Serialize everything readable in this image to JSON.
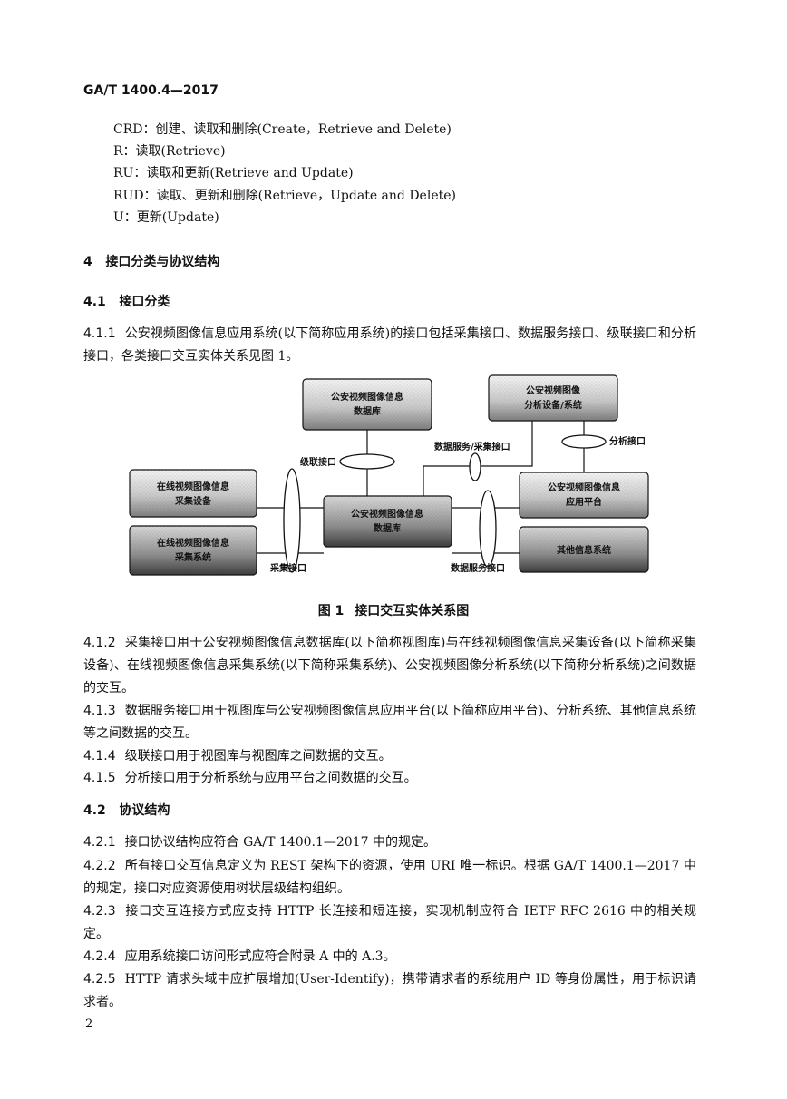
{
  "header": "GA/T 1400.4—2017",
  "abbreviations": [
    "CRD：创建、读取和删除(Create，Retrieve and Delete)",
    "R：读取(Retrieve)",
    "RU：读取和更新(Retrieve and Update)",
    "RUD：读取、更新和删除(Retrieve，Update and Delete)",
    "U：更新(Update)"
  ],
  "sec4": {
    "num": "4",
    "title": "接口分类与协议结构"
  },
  "sec41": {
    "num": "4.1",
    "title": "接口分类"
  },
  "p411": {
    "num": "4.1.1",
    "text": "公安视频图像信息应用系统(以下简称应用系统)的接口包括采集接口、数据服务接口、级联接口和分析接口，各类接口交互实体关系见图 1。"
  },
  "diagram": {
    "boxes": {
      "top_db": [
        "公安视频图像信息",
        "数据库"
      ],
      "analysis": [
        "公安视频图像",
        "分析设备/系统"
      ],
      "collect_dev": [
        "在线视频图像信息",
        "采集设备"
      ],
      "collect_sys": [
        "在线视频图像信息",
        "采集系统"
      ],
      "center_db": [
        "公安视频图像信息",
        "数据库"
      ],
      "app_platform": [
        "公安视频图像信息",
        "应用平台"
      ],
      "other": [
        "其他信息系统"
      ]
    },
    "labels": {
      "cascade": "级联接口",
      "data_collect": "数据服务/采集接口",
      "analysis_if": "分析接口",
      "collect_if": "采集接口",
      "data_service": "数据服务接口"
    }
  },
  "figure_caption": {
    "num": "图 1",
    "title": "接口交互实体关系图"
  },
  "p412": {
    "num": "4.1.2",
    "text": "采集接口用于公安视频图像信息数据库(以下简称视图库)与在线视频图像信息采集设备(以下简称采集设备)、在线视频图像信息采集系统(以下简称采集系统)、公安视频图像分析系统(以下简称分析系统)之间数据的交互。"
  },
  "p413": {
    "num": "4.1.3",
    "text": "数据服务接口用于视图库与公安视频图像信息应用平台(以下简称应用平台)、分析系统、其他信息系统等之间数据的交互。"
  },
  "p414": {
    "num": "4.1.4",
    "text": "级联接口用于视图库与视图库之间数据的交互。"
  },
  "p415": {
    "num": "4.1.5",
    "text": "分析接口用于分析系统与应用平台之间数据的交互。"
  },
  "sec42": {
    "num": "4.2",
    "title": "协议结构"
  },
  "p421": {
    "num": "4.2.1",
    "text": "接口协议结构应符合 GA/T 1400.1—2017 中的规定。"
  },
  "p422": {
    "num": "4.2.2",
    "text": "所有接口交互信息定义为 REST 架构下的资源，使用 URI 唯一标识。根据 GA/T 1400.1—2017 中的规定，接口对应资源使用树状层级结构组织。"
  },
  "p423": {
    "num": "4.2.3",
    "text": "接口交互连接方式应支持 HTTP 长连接和短连接，实现机制应符合 IETF RFC 2616 中的相关规定。"
  },
  "p424": {
    "num": "4.2.4",
    "text": "应用系统接口访问形式应符合附录 A 中的 A.3。"
  },
  "p425": {
    "num": "4.2.5",
    "text": "HTTP 请求头域中应扩展增加(User-Identify)，携带请求者的系统用户 ID 等身份属性，用于标识请求者。"
  },
  "page_number": "2"
}
